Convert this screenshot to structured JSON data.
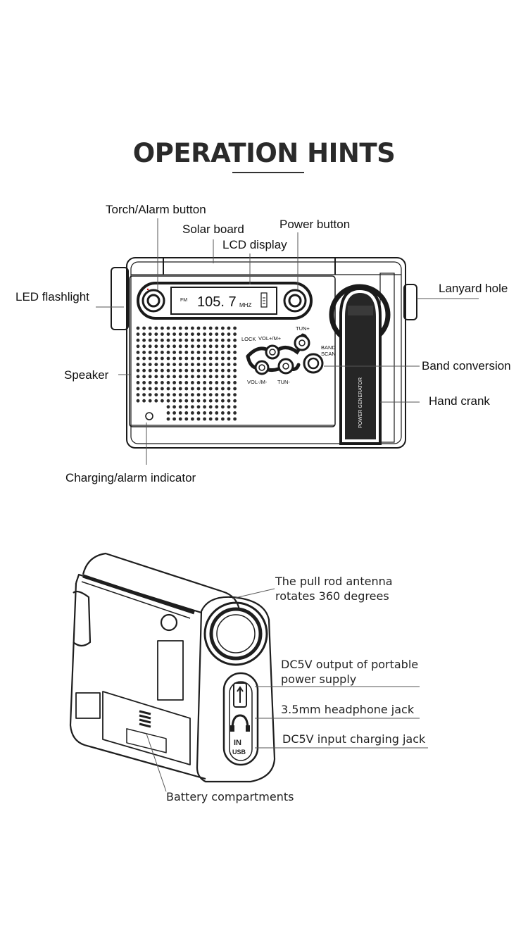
{
  "title": "OPERATION HINTS",
  "front_view": {
    "labels": {
      "torch_alarm_button": "Torch/Alarm button",
      "solar_board": "Solar board",
      "power_button": "Power button",
      "lcd_display": "LCD display",
      "led_flashlight": "LED flashlight",
      "lanyard_hole": "Lanyard hole",
      "speaker": "Speaker",
      "band_conversion": "Band conversion",
      "hand_crank": "Hand crank",
      "charging_alarm_indicator": "Charging/alarm indicator"
    },
    "device_text": {
      "lcd_band": "FM",
      "lcd_frequency": "105. 7",
      "lcd_unit": "MHZ",
      "lock": "LOCK",
      "vol_plus": "VOL+/M+",
      "tun_plus": "TUN+",
      "vol_minus": "VOL-/M-",
      "tun_minus": "TUN-",
      "band_scan_1": "BAND",
      "band_scan_2": "SCAN",
      "crank_text": "POWER GENERATOR"
    }
  },
  "back_view": {
    "labels": {
      "antenna_line1": "The pull rod antenna",
      "antenna_line2": "rotates 360 degrees",
      "dc5v_output_line1": "DC5V output of portable",
      "dc5v_output_line2": "power supply",
      "headphone_jack": "3.5mm headphone jack",
      "dc5v_input": "DC5V input charging jack",
      "battery_compartments": "Battery compartments"
    },
    "device_text": {
      "in_label": "IN",
      "usb_label": "USB"
    }
  }
}
